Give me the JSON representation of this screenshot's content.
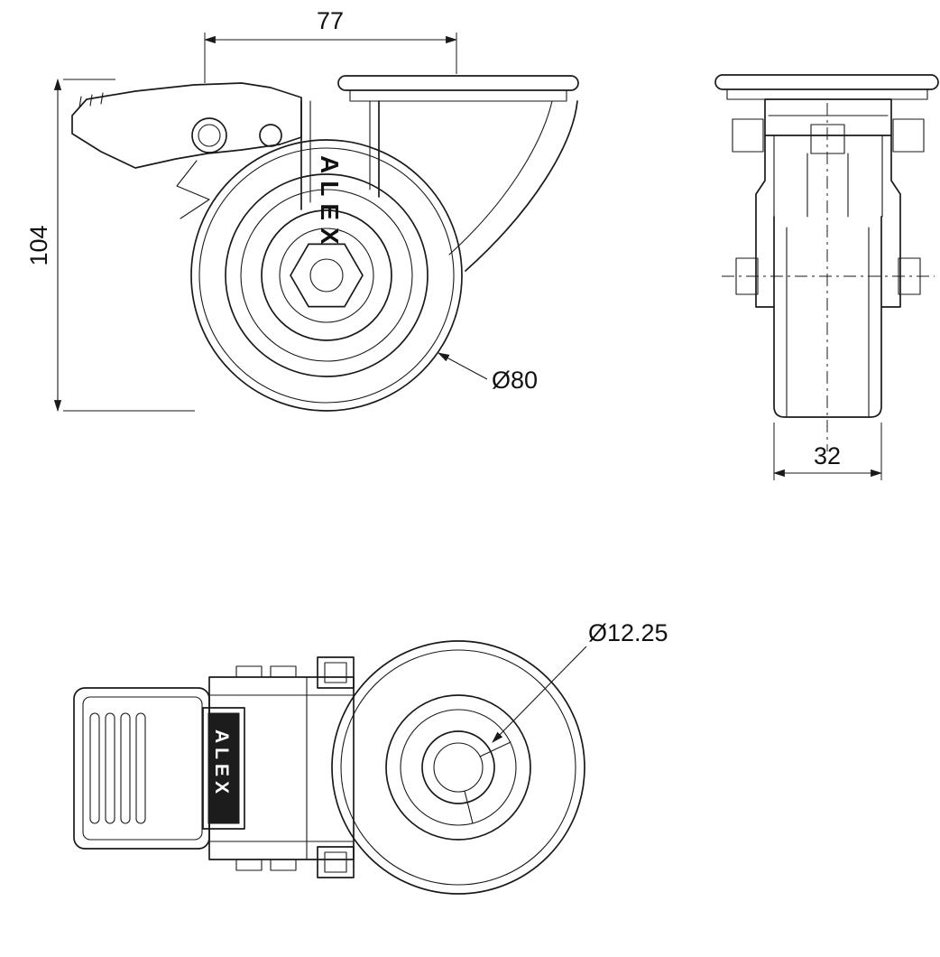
{
  "page": {
    "background_color": "#ffffff",
    "line_color": "#1a1a1a"
  },
  "drawing": {
    "brand": "ALEX",
    "dimensions": {
      "top_width": "77",
      "overall_height": "104",
      "wheel_diameter": "Ø80",
      "wheel_width": "32",
      "bolt_hole_diameter": "Ø12.25"
    }
  }
}
